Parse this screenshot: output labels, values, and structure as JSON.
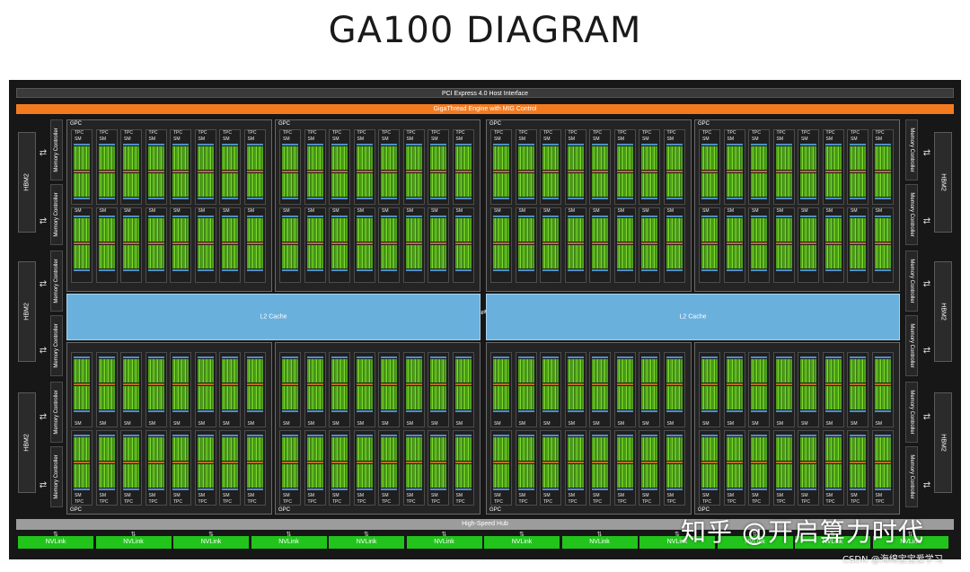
{
  "title": "GA100 DIAGRAM",
  "pci": "PCI Express 4.0 Host Interface",
  "gigathread": "GigaThread Engine with MIG Control",
  "hub": "High-Speed Hub",
  "nvlink": [
    "NVLink",
    "NVLink",
    "NVLink",
    "NVLink",
    "NVLink",
    "NVLink",
    "NVLink",
    "NVLink",
    "NVLink",
    "NVLink",
    "NVLink",
    "NVLink"
  ],
  "hbm": [
    "HBM2",
    "HBM2",
    "HBM2",
    "HBM2",
    "HBM2",
    "HBM2"
  ],
  "memory_controller": "Memory Controller",
  "l2_cache": [
    "L2 Cache",
    "L2 Cache"
  ],
  "gpc_label": "GPC",
  "tpc_label": "TPC",
  "sm_label": "SM",
  "watermark": "知乎 @开启算力时代",
  "csdn": "CSDN @海绵宝宝爱学习",
  "colors": {
    "orange": "#f47a1f",
    "nvlink_green": "#22c41c",
    "l2_blue": "#6ab0dd",
    "core_green": "#7fd92b"
  }
}
